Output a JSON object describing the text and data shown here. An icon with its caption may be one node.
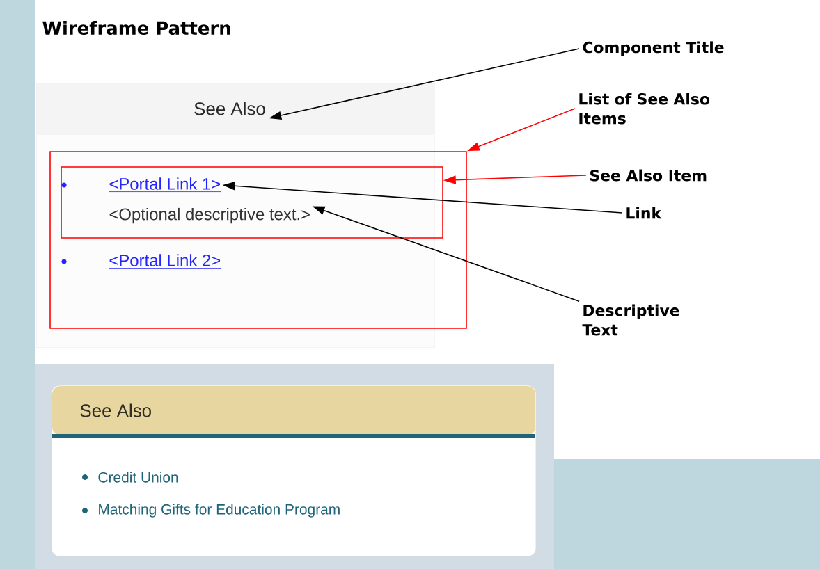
{
  "diagram": {
    "title": "Wireframe Pattern",
    "nodes": [
      {
        "text": [
          "See Also"
        ]
      },
      {
        "text": [],
        "shape": "box"
      },
      {
        "text": [],
        "shape": "box",
        "in": 1
      },
      {
        "text": [
          "<Portal Link 1>"
        ],
        "in": 2
      },
      {
        "text": [
          "<Optional descriptive text.>"
        ],
        "in": 2
      },
      {
        "text": [
          "<Portal Link 2>"
        ],
        "in": 1
      },
      {
        "text": [
          "Component Title"
        ]
      },
      {
        "text": [
          "List of See Also Items"
        ]
      },
      {
        "text": [
          "See Also Item"
        ]
      },
      {
        "text": [
          "Link"
        ]
      },
      {
        "text": [
          "Descriptive Text"
        ]
      }
    ],
    "edges": [
      {
        "from": 6,
        "to": 0,
        "arrow": "to"
      },
      {
        "from": 7,
        "to": 1,
        "arrow": "to",
        "color": "#ff0000"
      },
      {
        "from": 8,
        "to": 2,
        "arrow": "to",
        "color": "#ff0000"
      },
      {
        "from": 9,
        "to": 3,
        "arrow": "to"
      },
      {
        "from": 10,
        "to": 4,
        "arrow": "to"
      }
    ],
    "labels": [
      "See Also",
      "Credit Union",
      "Matching Gifts for Education Program"
    ]
  }
}
